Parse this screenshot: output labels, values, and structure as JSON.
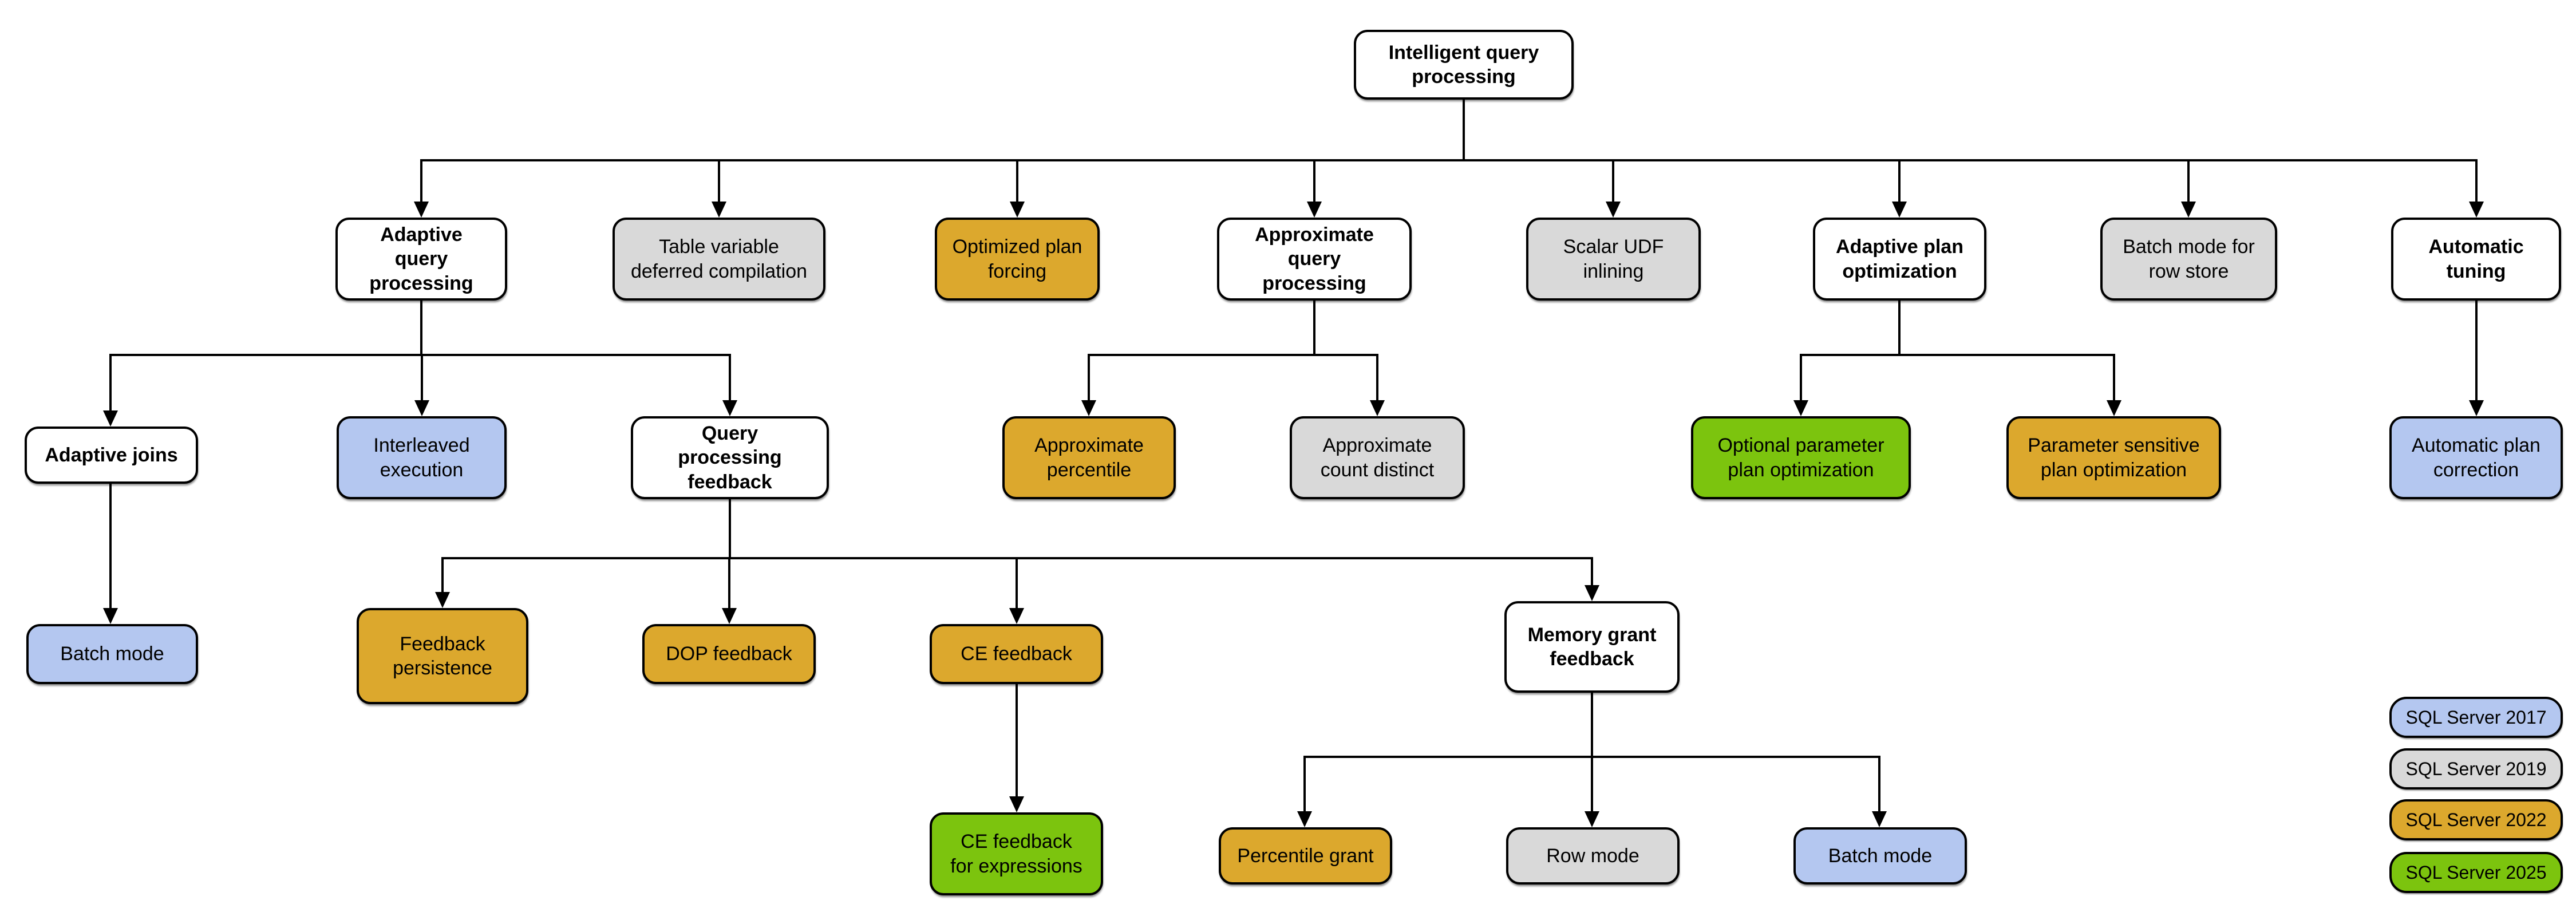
{
  "diagram": {
    "title": "Intelligent query processing",
    "nodes": {
      "root": {
        "label": "Intelligent query processing"
      },
      "adaptive_query_processing": {
        "label": "Adaptive query processing"
      },
      "table_variable_deferred_compilation": {
        "label": "Table variable deferred compilation"
      },
      "optimized_plan_forcing": {
        "label": "Optimized plan forcing"
      },
      "approximate_query_processing": {
        "label": "Approximate query processing"
      },
      "scalar_udf_inlining": {
        "label": "Scalar UDF inlining"
      },
      "adaptive_plan_optimization": {
        "label": "Adaptive plan optimization"
      },
      "batch_mode_for_row_store": {
        "label": "Batch mode for row store"
      },
      "automatic_tuning": {
        "label": "Automatic tuning"
      },
      "adaptive_joins": {
        "label": "Adaptive joins"
      },
      "interleaved_execution": {
        "label": "Interleaved execution"
      },
      "query_processing_feedback": {
        "label": "Query processing feedback"
      },
      "approximate_percentile": {
        "label": "Approximate percentile"
      },
      "approximate_count_distinct": {
        "label": "Approximate count distinct"
      },
      "optional_parameter_plan_optimization": {
        "label": "Optional parameter plan optimization"
      },
      "parameter_sensitive_plan_optimization": {
        "label": "Parameter sensitive plan optimization"
      },
      "automatic_plan_correction": {
        "label": "Automatic plan correction"
      },
      "batch_mode_join": {
        "label": "Batch mode"
      },
      "feedback_persistence": {
        "label": "Feedback persistence"
      },
      "dop_feedback": {
        "label": "DOP feedback"
      },
      "ce_feedback": {
        "label": "CE feedback"
      },
      "memory_grant_feedback": {
        "label": "Memory grant feedback"
      },
      "ce_feedback_for_expressions": {
        "label": "CE feedback for expressions"
      },
      "percentile_grant": {
        "label": "Percentile grant"
      },
      "row_mode": {
        "label": "Row mode"
      },
      "batch_mode_grant": {
        "label": "Batch mode"
      }
    },
    "legend": [
      {
        "label": "SQL Server 2017",
        "color": "#b4c7f0"
      },
      {
        "label": "SQL Server 2019",
        "color": "#d9d9d9"
      },
      {
        "label": "SQL Server 2022",
        "color": "#dca82d"
      },
      {
        "label": "SQL Server 2025",
        "color": "#7cc40e"
      }
    ],
    "colors": {
      "white": "#ffffff",
      "gray": "#d9d9d9",
      "blue": "#b4c7f0",
      "gold": "#dca82d",
      "green": "#7cc40e",
      "line": "#000000"
    }
  }
}
